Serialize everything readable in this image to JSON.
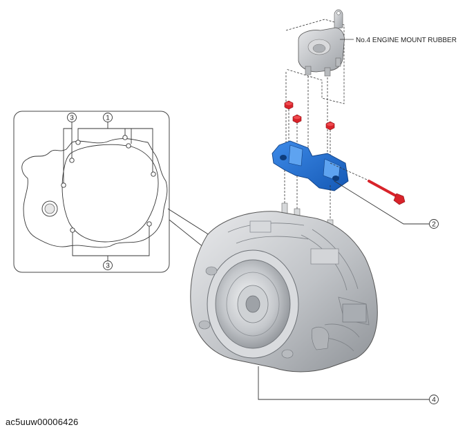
{
  "figure": {
    "code": "ac5uuw00006426",
    "mount_label": "No.4 ENGINE MOUNT RUBBER",
    "callouts": {
      "bolt_pattern": "1",
      "bracket": "2",
      "bolts": "3",
      "transaxle": "4"
    }
  },
  "colors": {
    "bracket": "#1f6fd1",
    "nuts": "#d8232a",
    "housing": "#c9cbce",
    "lines": "#333333"
  }
}
